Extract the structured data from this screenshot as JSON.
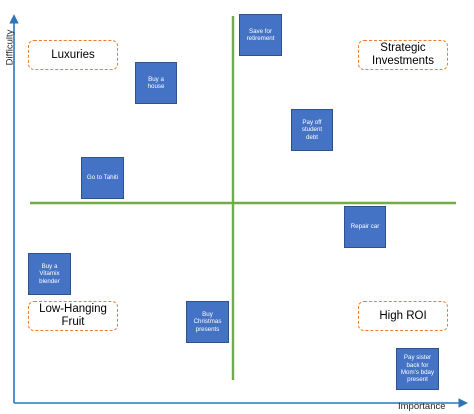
{
  "axes": {
    "x_label": "Importance",
    "y_label": "Difficulty"
  },
  "colors": {
    "axis": "#2e75b6",
    "divider": "#70ad47",
    "note_fill": "#4472c4",
    "note_border": "#2f528f",
    "quadrant_border": "#ed7d31"
  },
  "quadrants": {
    "top_left": "Luxuries",
    "top_right": "Strategic\nInvestments",
    "bottom_left": "Low-Hanging\nFruit",
    "bottom_right": "High ROI"
  },
  "notes": [
    {
      "id": "save-for-retirement",
      "text": "Save for\nretirement"
    },
    {
      "id": "buy-a-house",
      "text": "Buy a house"
    },
    {
      "id": "pay-off-student-debt",
      "text": "Pay off\nstudent\ndebt"
    },
    {
      "id": "go-to-tahiti",
      "text": "Go to Tahiti"
    },
    {
      "id": "repair-car",
      "text": "Repair car"
    },
    {
      "id": "buy-a-vitamix-blender",
      "text": "Buy a\nVitamix\nblender"
    },
    {
      "id": "buy-christmas-presents",
      "text": "Buy\nChristmas\npresents"
    },
    {
      "id": "pay-sister-back",
      "text": "Pay sister\nback for\nMom's bday\npresent"
    }
  ]
}
